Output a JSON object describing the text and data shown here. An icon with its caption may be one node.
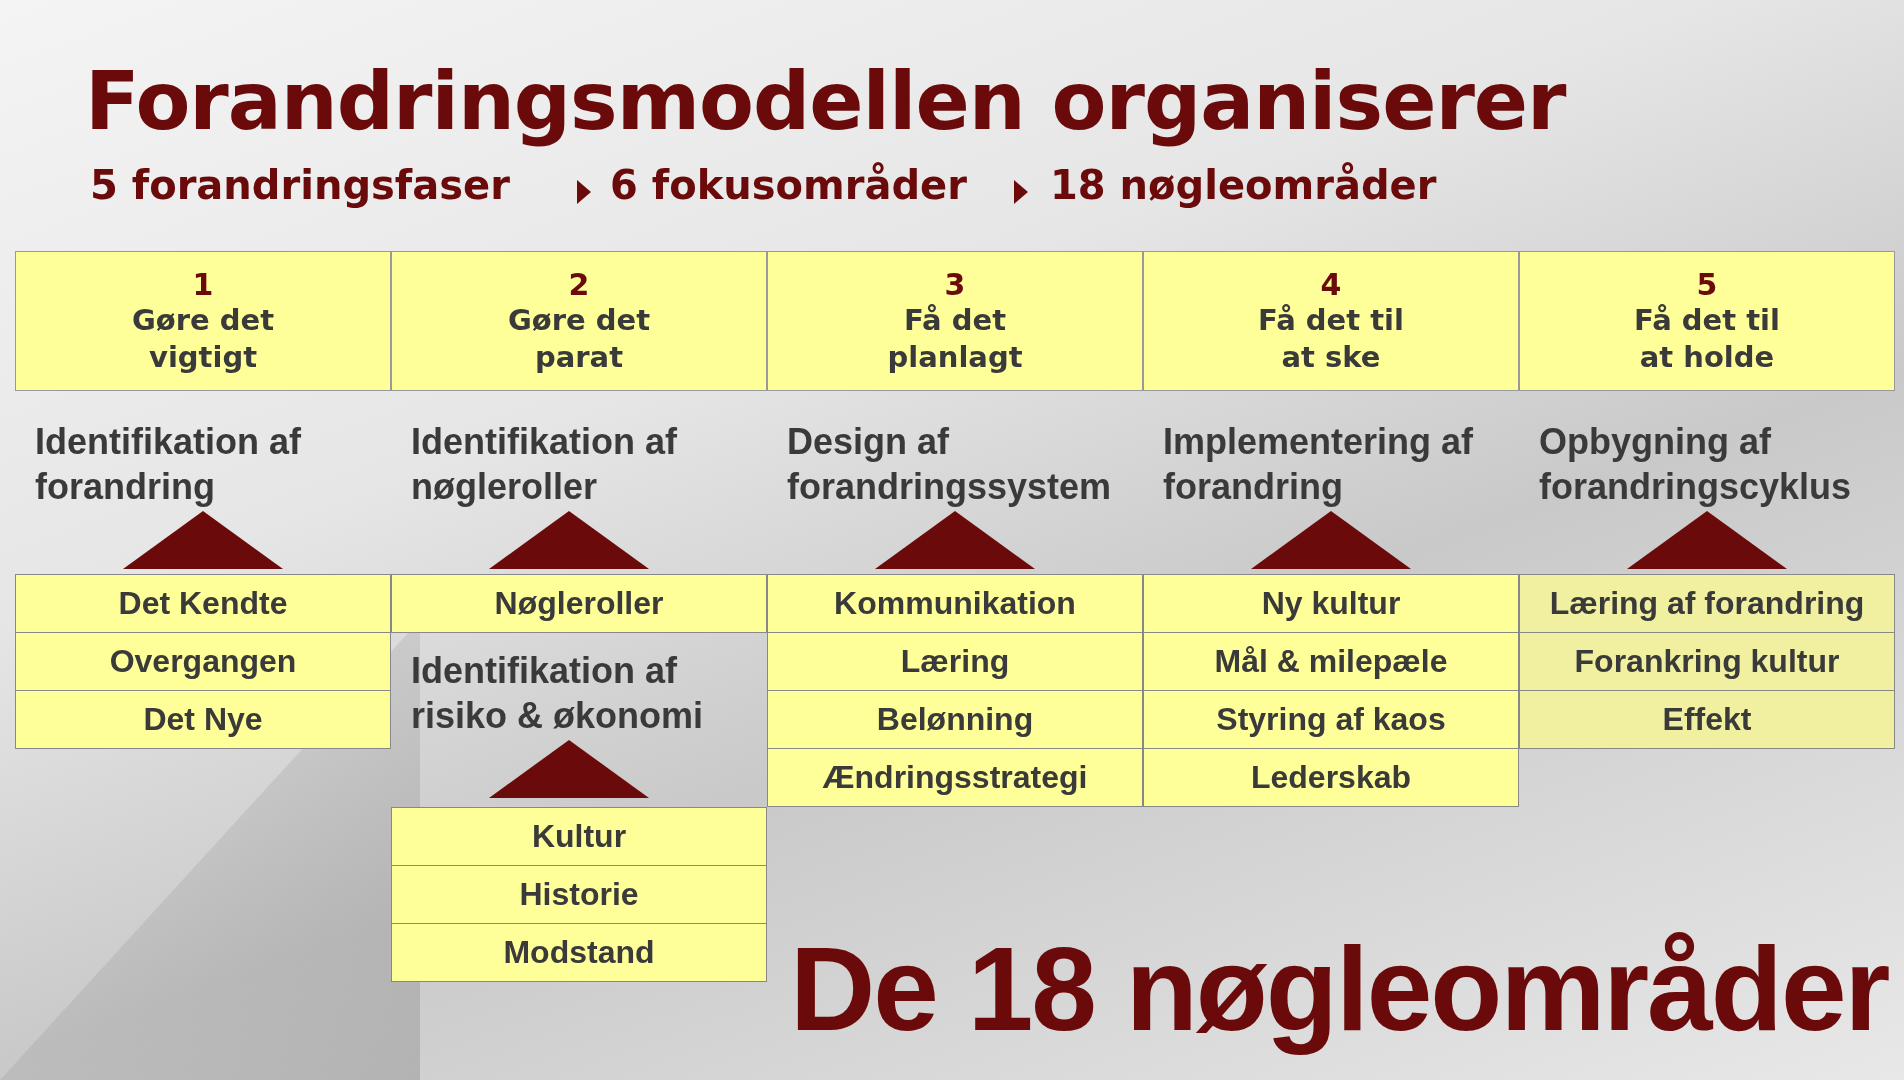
{
  "diagram": {
    "title": "Forandringsmodellen organiserer",
    "caption": "De 18 nøgleområder",
    "nodes": [
      {
        "text": [
          "1",
          "Gøre det vigtigt"
        ]
      },
      {
        "text": [
          "2",
          "Gøre det parat"
        ]
      },
      {
        "text": [
          "3",
          "Få det planlagt"
        ]
      },
      {
        "text": [
          "4",
          "Få det til at ske"
        ]
      },
      {
        "text": [
          "5",
          "Få det til at holde"
        ]
      },
      {
        "text": [
          "Det Kendte"
        ]
      },
      {
        "text": [
          "Overgangen"
        ]
      },
      {
        "text": [
          "Det Nye"
        ]
      },
      {
        "text": [
          "Nøgleroller"
        ]
      },
      {
        "text": [
          "Kultur"
        ]
      },
      {
        "text": [
          "Historie"
        ]
      },
      {
        "text": [
          "Modstand"
        ]
      },
      {
        "text": [
          "Kommunikation"
        ]
      },
      {
        "text": [
          "Læring"
        ]
      },
      {
        "text": [
          "Belønning"
        ]
      },
      {
        "text": [
          "Ændringsstrategi"
        ]
      },
      {
        "text": [
          "Ny kultur"
        ]
      },
      {
        "text": [
          "Mål & milepæle"
        ]
      },
      {
        "text": [
          "Styring af kaos"
        ]
      },
      {
        "text": [
          "Lederskab"
        ]
      },
      {
        "text": [
          "Læring af forandring"
        ]
      },
      {
        "text": [
          "Forankring kultur"
        ]
      },
      {
        "text": [
          "Effekt"
        ]
      },
      {
        "text": [],
        "shape": "triangle"
      },
      {
        "text": [],
        "shape": "triangle"
      },
      {
        "text": [],
        "shape": "triangle"
      },
      {
        "text": [],
        "shape": "triangle"
      },
      {
        "text": [],
        "shape": "triangle"
      },
      {
        "text": [],
        "shape": "triangle"
      }
    ],
    "labels": [
      "5 forandringsfaser",
      "6 fokusområder",
      "18 nøgleområder",
      "Identifikation af forandring",
      "Identifikation af nøgleroller",
      "Design af forandringssystem",
      "Implementering af  forandring",
      "Opbygning af forandringscyklus",
      "Identifikation af risiko & økonomi"
    ]
  }
}
